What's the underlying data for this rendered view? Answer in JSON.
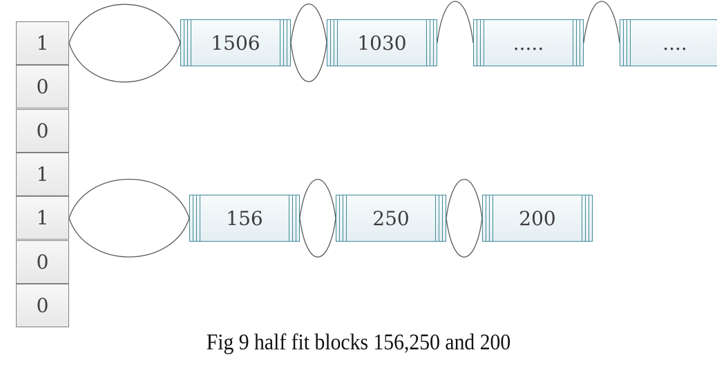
{
  "bitmap": [
    "1",
    "0",
    "0",
    "1",
    "1",
    "0",
    "0"
  ],
  "lists": [
    {
      "bit_index": 0,
      "blocks": [
        "1506",
        "1030",
        ".....",
        "...."
      ]
    },
    {
      "bit_index": 4,
      "blocks": [
        "156",
        "250",
        "200"
      ]
    }
  ],
  "caption": "Fig 9 half fit blocks 156,250 and 200"
}
